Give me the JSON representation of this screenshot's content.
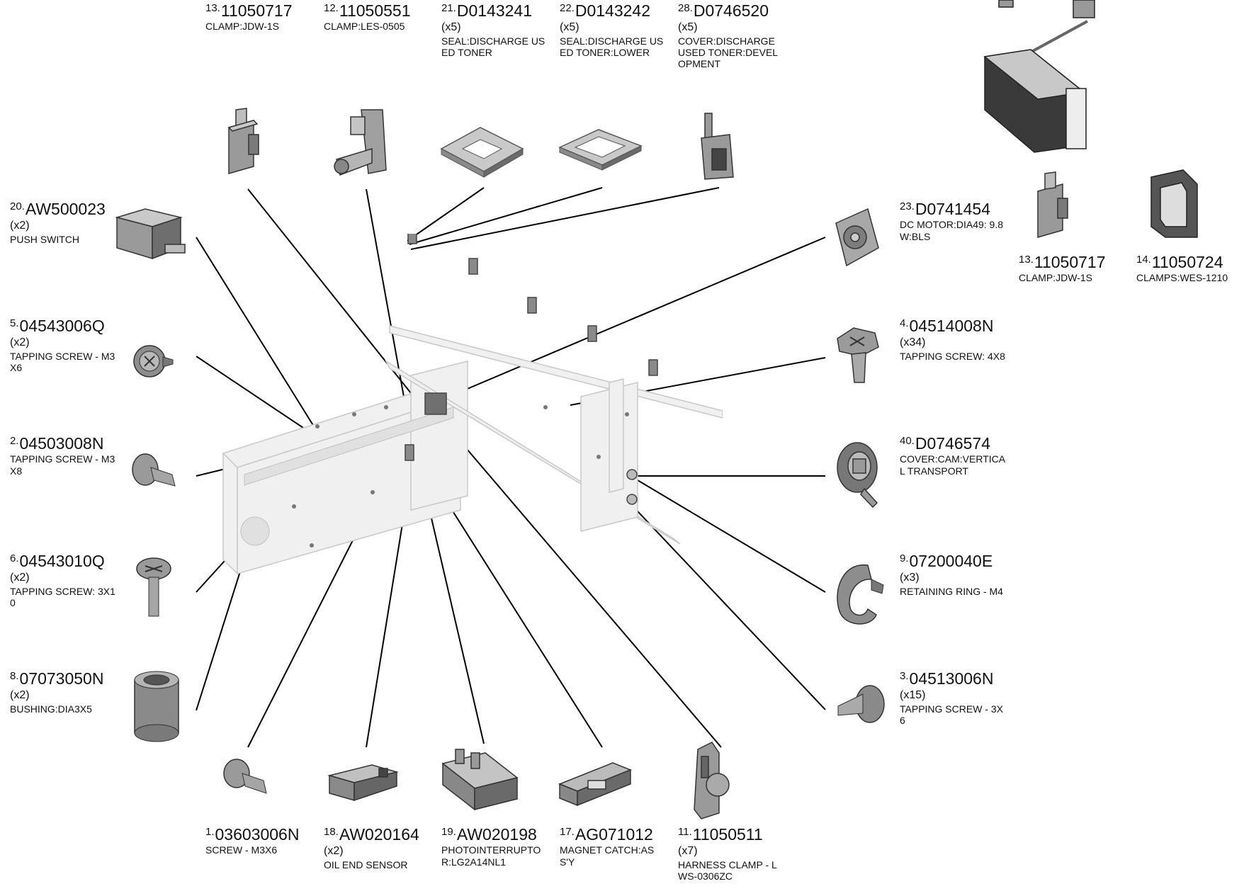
{
  "callouts": [
    {
      "num": "13.",
      "pn": "11050717",
      "qty": "",
      "desc": "CLAMP:JDW-1S"
    },
    {
      "num": "12.",
      "pn": "11050551",
      "qty": "",
      "desc": "CLAMP:LES-0505"
    },
    {
      "num": "21.",
      "pn": "D0143241",
      "qty": "(x5)",
      "desc": "SEAL:DISCHARGE USED TONER"
    },
    {
      "num": "22.",
      "pn": "D0143242",
      "qty": "(x5)",
      "desc": "SEAL:DISCHARGE USED TONER:LOWER"
    },
    {
      "num": "28.",
      "pn": "D0746520",
      "qty": "(x5)",
      "desc": "COVER:DISCHARGE USED TONER:DEVELOPMENT"
    },
    {
      "num": "20.",
      "pn": "AW500023",
      "qty": "(x2)",
      "desc": "PUSH SWITCH"
    },
    {
      "num": "5.",
      "pn": "04543006Q",
      "qty": "(x2)",
      "desc": "TAPPING SCREW - M3X6"
    },
    {
      "num": "2.",
      "pn": "04503008N",
      "qty": "",
      "desc": "TAPPING SCREW - M3X8"
    },
    {
      "num": "6.",
      "pn": "04543010Q",
      "qty": "(x2)",
      "desc": "TAPPING SCREW: 3X10"
    },
    {
      "num": "8.",
      "pn": "07073050N",
      "qty": "(x2)",
      "desc": "BUSHING:DIA3X5"
    },
    {
      "num": "1.",
      "pn": "03603006N",
      "qty": "",
      "desc": "SCREW - M3X6"
    },
    {
      "num": "18.",
      "pn": "AW020164",
      "qty": "(x2)",
      "desc": "OIL END SENSOR"
    },
    {
      "num": "19.",
      "pn": "AW020198",
      "qty": "",
      "desc": "PHOTOINTERRUPTOR:LG2A14NL1"
    },
    {
      "num": "17.",
      "pn": "AG071012",
      "qty": "",
      "desc": "MAGNET CATCH:ASS'Y"
    },
    {
      "num": "11.",
      "pn": "11050511",
      "qty": "(x7)",
      "desc": "HARNESS CLAMP - LWS-0306ZC"
    },
    {
      "num": "23.",
      "pn": "D0741454",
      "qty": "",
      "desc": "DC MOTOR:DIA49: 9.8W:BLS"
    },
    {
      "num": "13.",
      "pn": "11050717",
      "qty": "",
      "desc": "CLAMP:JDW-1S"
    },
    {
      "num": "14.",
      "pn": "11050724",
      "qty": "",
      "desc": "CLAMPS:WES-1210"
    },
    {
      "num": "4.",
      "pn": "04514008N",
      "qty": "(x34)",
      "desc": "TAPPING SCREW: 4X8"
    },
    {
      "num": "40.",
      "pn": "D0746574",
      "qty": "",
      "desc": "COVER:CAM:VERTICAL TRANSPORT"
    },
    {
      "num": "9.",
      "pn": "07200040E",
      "qty": "(x3)",
      "desc": "RETAINING RING - M4"
    },
    {
      "num": "3.",
      "pn": "04513006N",
      "qty": "(x15)",
      "desc": "TAPPING SCREW - 3X6"
    }
  ],
  "icons": {
    "13": "clamp-icon",
    "12": "clamp-icon",
    "21": "seal-icon",
    "22": "seal-icon",
    "28": "cover-icon",
    "20": "push-switch-icon",
    "5": "screw-icon",
    "2": "screw-icon",
    "6": "screw-icon",
    "8": "bushing-icon",
    "1": "screw-icon",
    "18": "sensor-icon",
    "19": "photointerruptor-icon",
    "17": "magnet-catch-icon",
    "11": "harness-clamp-icon",
    "23": "motor-icon",
    "14": "clamp-icon",
    "4": "screw-icon",
    "40": "cam-cover-icon",
    "9": "retaining-ring-icon",
    "3": "screw-icon"
  },
  "colors": {
    "line": "#000000",
    "part": "#9a9a9a",
    "part_dark": "#555555",
    "assembly": "#e6e6e6"
  }
}
